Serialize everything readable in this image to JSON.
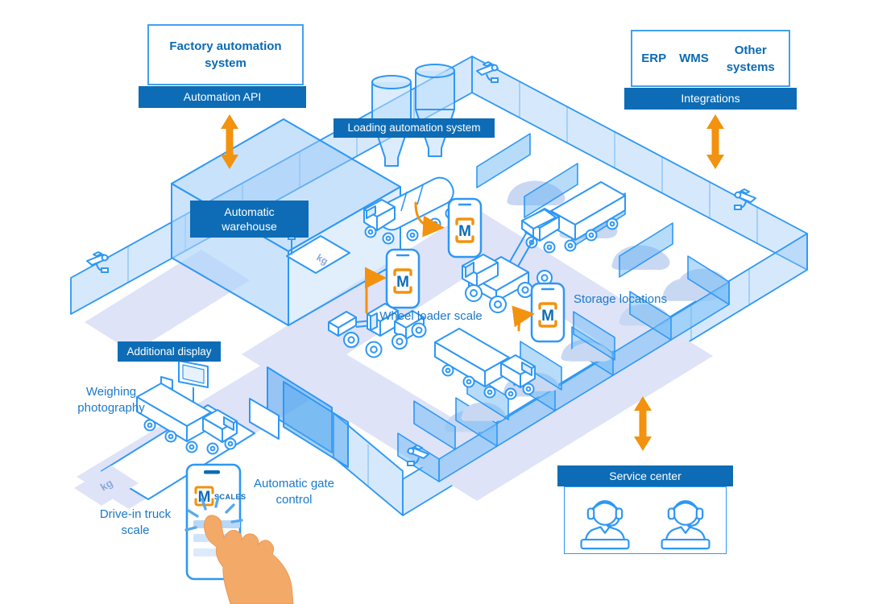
{
  "colors": {
    "banner_bg": "#0d6cb5",
    "heading_text": "#0b6ab3",
    "label_text": "#1a79c9",
    "line_blue": "#2e97f5",
    "wall_fill": "#bcd9f8",
    "road_fill": "#dfe3f8",
    "pile_fill": "#c8d8f3",
    "orange": "#f2920e",
    "hand_skin": "#f3a968"
  },
  "factory_box": {
    "title": "Factory automation system",
    "banner": "Automation API"
  },
  "integrations_box": {
    "systems": [
      "ERP",
      "WMS",
      "Other systems"
    ],
    "banner": "Integrations"
  },
  "service_center": {
    "banner": "Service center"
  },
  "scene_banners": {
    "loading_automation": "Loading automation system",
    "automatic_warehouse": "Automatic warehouse",
    "additional_display": "Additional display"
  },
  "scene_labels": {
    "wheel_loader_scale": "Wheel loader scale",
    "storage_locations": "Storage locations",
    "weighing_photography": "Weighing photography",
    "drive_in_truck_scale": "Drive-in truck scale",
    "automatic_gate_control": "Automatic gate control"
  },
  "units": {
    "kg": "kg"
  },
  "logo": {
    "mark": "M",
    "name": "SCALES"
  }
}
